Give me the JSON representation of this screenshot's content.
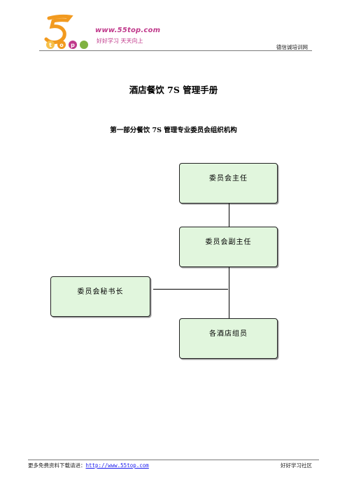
{
  "header": {
    "logo_url": "www.55top.com",
    "logo_slogan": "好好学习  天天向上",
    "right_text": "德信诚培训网"
  },
  "document": {
    "title": "酒店餐饮 7S 管理手册",
    "section_title": "第一部分餐饮 7S 管理专业委员会组织机构"
  },
  "org_chart": {
    "director": "委员会主任",
    "deputy_director": "委员会副主任",
    "secretary_general": "委员会秘书长",
    "members": "各酒店组员"
  },
  "footer": {
    "left_prefix": "更多免费资料下载请进：",
    "left_link": "http://www.55top.com",
    "right_text": "好好学习社区"
  },
  "colors": {
    "box_fill": "#e1f6dd",
    "logo_pink": "#c0398b",
    "logo_orange": "#f29a1f",
    "link_blue": "#1a1aee"
  }
}
